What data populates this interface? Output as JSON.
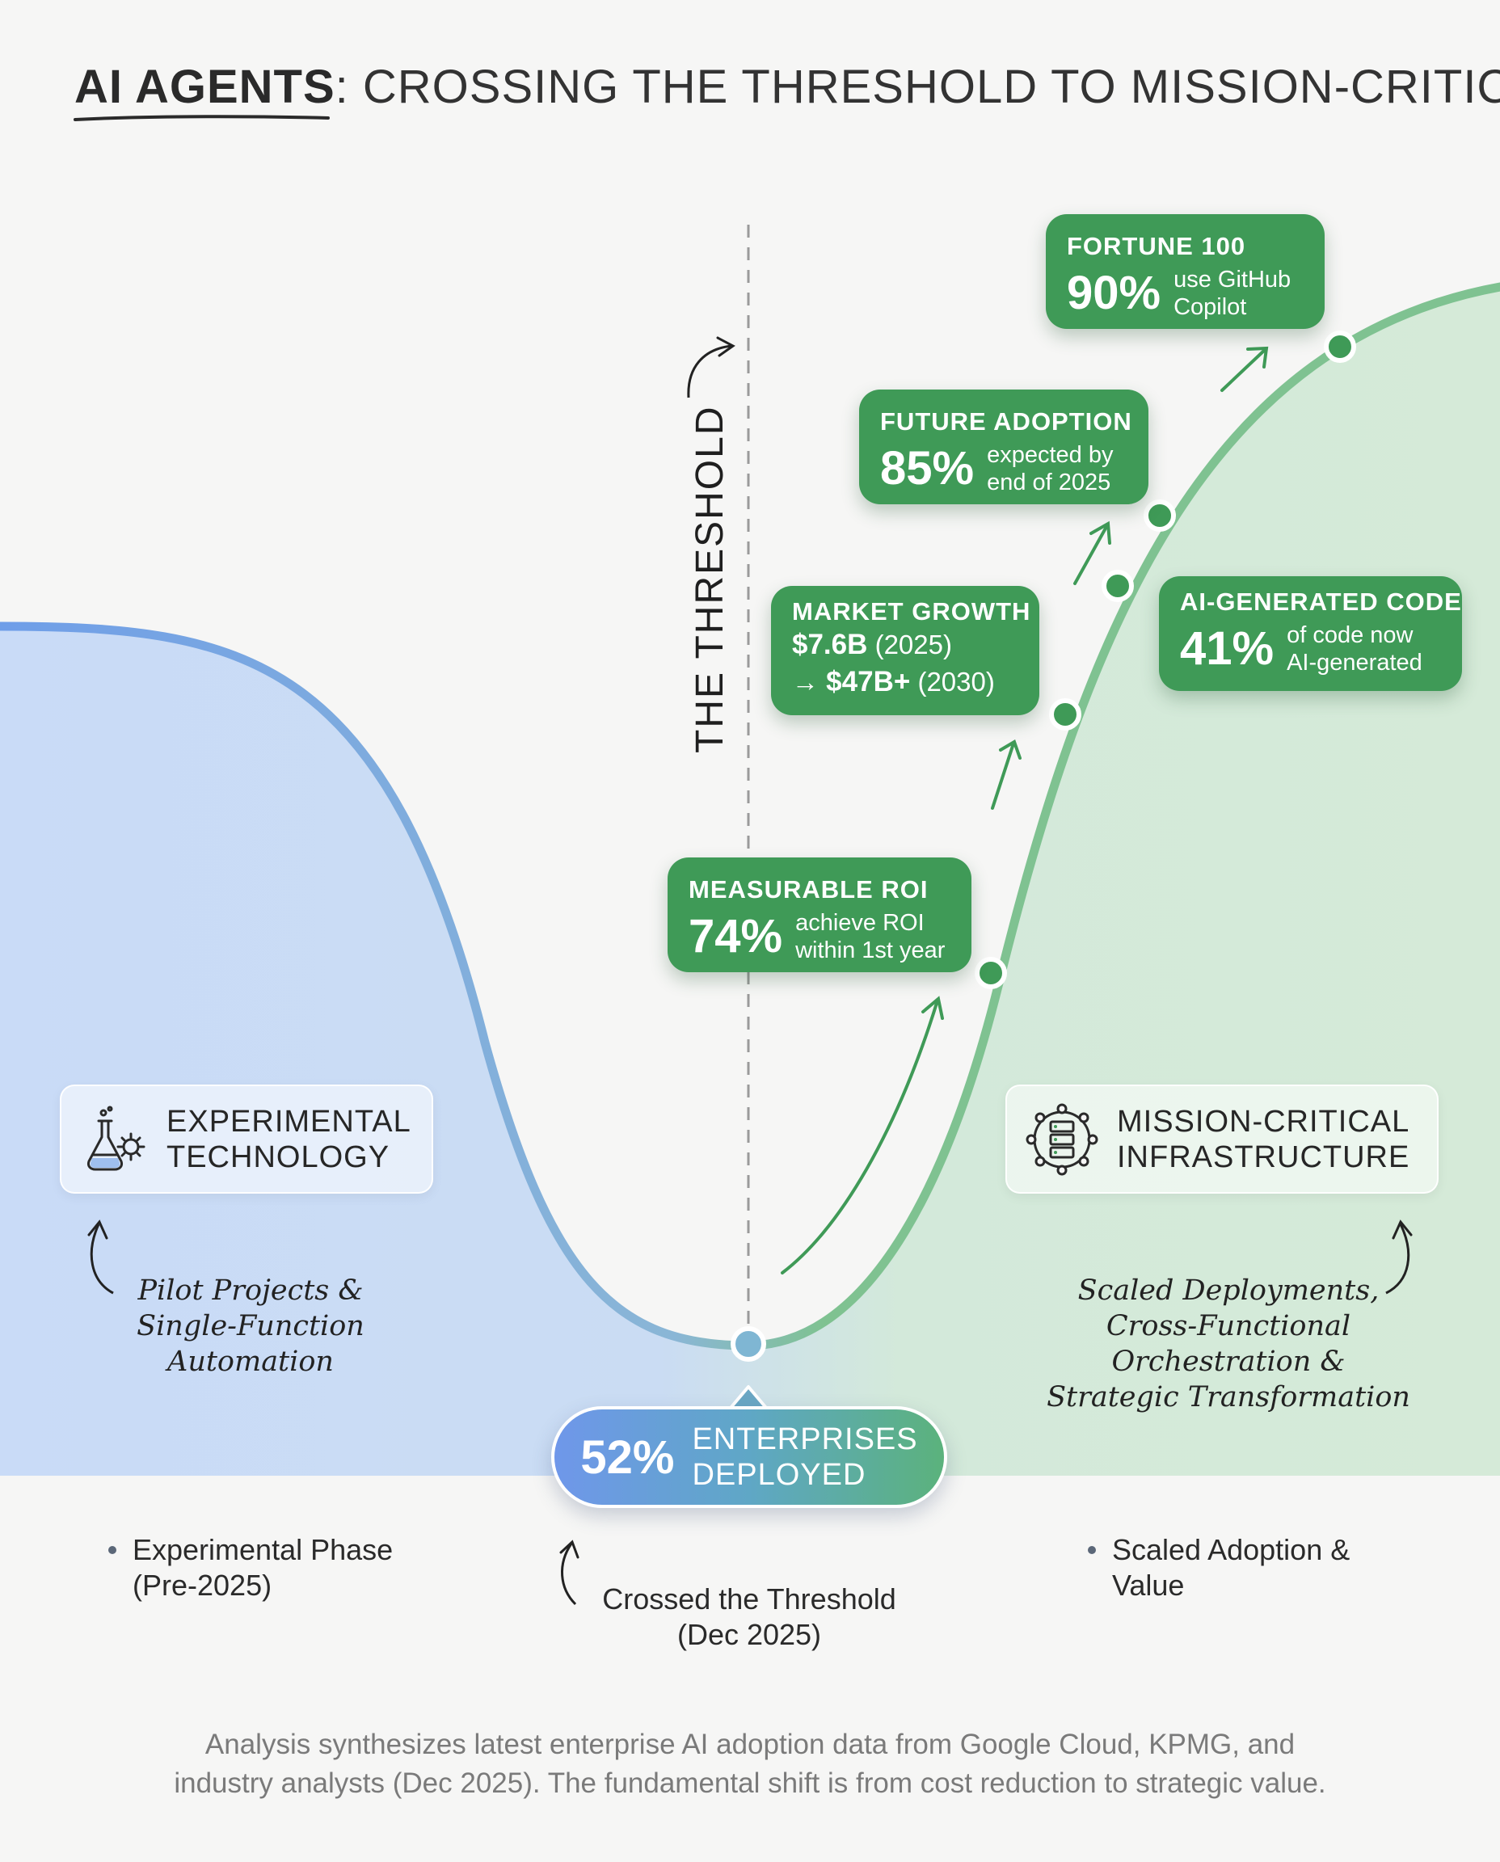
{
  "title": {
    "strong": "AI AGENTS",
    "rest": ": CROSSING THE THRESHOLD TO MISSION-CRITICAL"
  },
  "threshold_label": "THE THRESHOLD",
  "colors": {
    "blue_area": "#c9dbf7",
    "blue_curve": "#6f9ee8",
    "green_area": "#d5ead8",
    "green_curve": "#7fc291",
    "card_green": "#3f9a57"
  },
  "cards": {
    "fortune": {
      "title": "FORTUNE 100",
      "big": "90%",
      "line1": "use GitHub",
      "line2": "Copilot"
    },
    "future": {
      "title": "FUTURE ADOPTION",
      "big": "85%",
      "line1": "expected by",
      "line2": "end of 2025"
    },
    "market": {
      "title": "MARKET GROWTH",
      "line1_bold": "$7.6B",
      "line1_rest": " (2025)",
      "line2_arrow": "→ ",
      "line2_bold": "$47B+",
      "line2_rest": " (2030)"
    },
    "code": {
      "title": "AI-GENERATED CODE",
      "big": "41%",
      "line1": "of code now",
      "line2": "AI-generated"
    },
    "roi": {
      "title": "MEASURABLE ROI",
      "big": "74%",
      "line1": "achieve ROI",
      "line2": "within 1st year"
    }
  },
  "phases": {
    "left": {
      "line1": "EXPERIMENTAL",
      "line2": "TECHNOLOGY",
      "icon": "flask-gear-icon"
    },
    "right": {
      "line1": "MISSION-CRITICAL",
      "line2": "INFRASTRUCTURE",
      "icon": "server-network-icon"
    }
  },
  "notes": {
    "left": [
      "Pilot Projects &",
      "Single-Function",
      "Automation"
    ],
    "right": [
      "Scaled Deployments,",
      "Cross-Functional",
      "Orchestration &",
      "Strategic Transformation"
    ]
  },
  "pill": {
    "pct": "52%",
    "line1": "ENTERPRISES",
    "line2": "DEPLOYED"
  },
  "bottom": {
    "left": [
      "Experimental Phase",
      "(Pre-2025)"
    ],
    "center": [
      "Crossed the Threshold",
      "(Dec 2025)"
    ],
    "right": [
      "Scaled Adoption &",
      "Value"
    ]
  },
  "footer": [
    "Analysis synthesizes latest enterprise AI adoption data from Google Cloud, KPMG, and",
    "industry analysts (Dec 2025). The fundamental shift is from cost reduction to strategic value."
  ]
}
